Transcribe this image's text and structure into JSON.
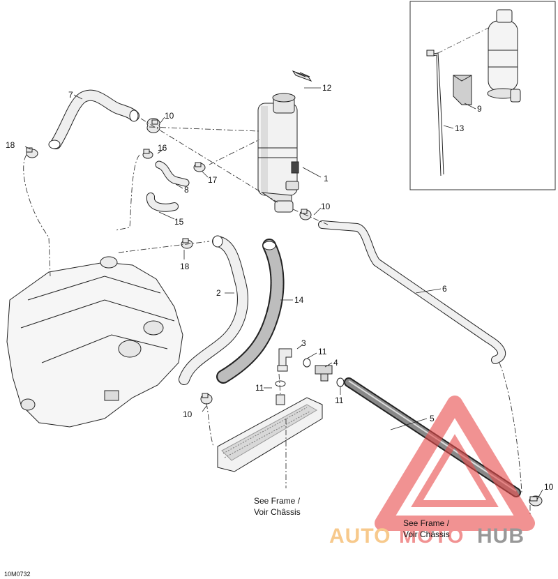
{
  "diagram_code": "10M0732",
  "part_numbers": [
    "1",
    "2",
    "3",
    "4",
    "5",
    "6",
    "7",
    "8",
    "9",
    "10",
    "11",
    "12",
    "13",
    "14",
    "15",
    "16",
    "17",
    "18"
  ],
  "notes": {
    "frame_left_en": "See Frame /",
    "frame_left_fr": "Voir Châssis",
    "frame_right_en": "See Frame /",
    "frame_right_fr": "Voir Châssis"
  },
  "watermark": {
    "part1": "AUTO",
    "part2": "MOTO",
    "part3": "HUB",
    "colors": {
      "orange": "#f2a640",
      "red": "#e84b4b",
      "gray": "#555555"
    }
  }
}
